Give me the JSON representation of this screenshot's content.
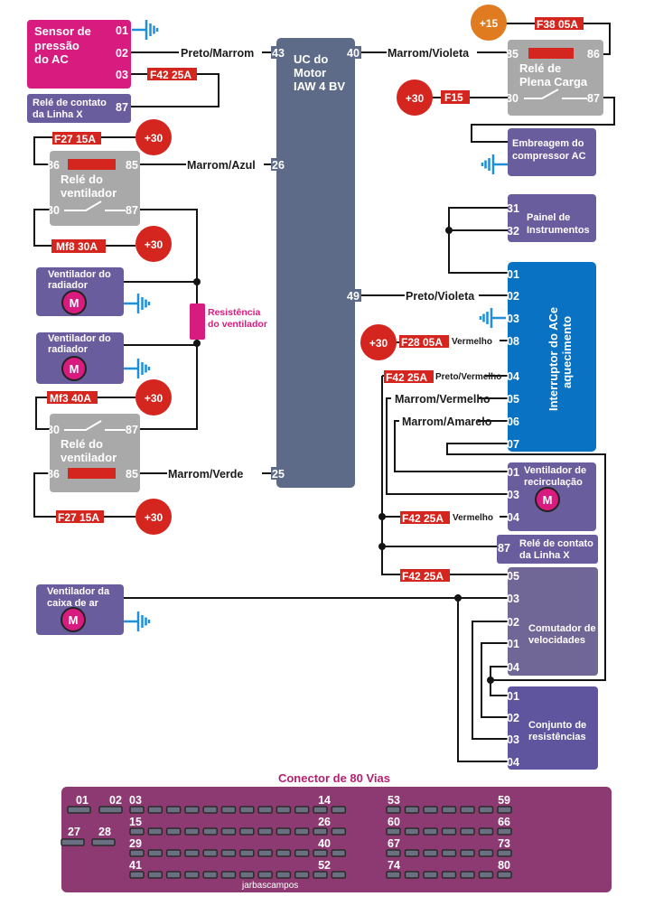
{
  "colors": {
    "sensor": "#d81b7f",
    "module_purple": "#6a5d9e",
    "relay_gray": "#a9a9a9",
    "ecu": "#5d6b88",
    "switch_blue": "#0a72c2",
    "fuse_red": "#d4261e",
    "plus15_orange": "#e07b1f",
    "ground_blue": "#1e8fd8",
    "connector": "#8e3a72",
    "resistor": "#d81b7f"
  },
  "ecu": {
    "title": [
      "UC do",
      "Motor",
      "IAW 4 BV"
    ],
    "pins": {
      "p43": "43",
      "p40": "40",
      "p26": "26",
      "p49": "49",
      "p25": "25"
    }
  },
  "pressure_sensor": {
    "title": [
      "Sensor de",
      "pressão",
      "do AC"
    ],
    "pins": [
      "01",
      "02",
      "03"
    ]
  },
  "line_x_relay_left": {
    "title": [
      "Relé de contato",
      "da Linha X"
    ],
    "pin": "87"
  },
  "full_load_relay": {
    "title": [
      "Relé de",
      "Plena Carga"
    ],
    "pins": {
      "p85": "85",
      "p86": "86",
      "p30": "30",
      "p87": "87"
    }
  },
  "compressor_clutch": {
    "title": [
      "Embreagem do",
      "compressor AC"
    ]
  },
  "instrument_panel": {
    "title": [
      "Painel de",
      "Instrumentos"
    ],
    "pins": [
      "31",
      "32"
    ]
  },
  "ac_switch": {
    "title": [
      "Interruptor do ACe",
      "aquecimento"
    ],
    "pins": [
      "01",
      "02",
      "03",
      "08",
      "04",
      "05",
      "06",
      "07"
    ]
  },
  "recirc_fan": {
    "title": [
      "Ventilador de",
      "recirculação"
    ],
    "pins": [
      "01",
      "03",
      "04"
    ],
    "motor": "M"
  },
  "line_x_relay_right": {
    "title": [
      "Relé de contato",
      "da Linha X"
    ],
    "pin": "87"
  },
  "speed_switch": {
    "title": [
      "Comutador de",
      "velocidades"
    ],
    "pins": [
      "05",
      "03",
      "02",
      "01",
      "04"
    ]
  },
  "resistor_set": {
    "title": [
      "Conjunto de",
      "resistências"
    ],
    "pins": [
      "01",
      "02",
      "03",
      "04"
    ]
  },
  "air_box_fan": {
    "title": [
      "Ventilador da",
      "caixa de ar"
    ],
    "motor": "M"
  },
  "fan_relay_1": {
    "title": [
      "Relé do",
      "ventilador"
    ],
    "pins": {
      "p86": "86",
      "p85": "85",
      "p30": "30",
      "p87": "87"
    }
  },
  "fan_relay_2": {
    "title": [
      "Relé do",
      "ventilador"
    ],
    "pins": {
      "p86": "86",
      "p85": "85",
      "p30": "30",
      "p87": "87"
    }
  },
  "radiator_fan_1": {
    "title": [
      "Ventilador do",
      "radiador"
    ],
    "motor": "M"
  },
  "radiator_fan_2": {
    "title": [
      "Ventilador do",
      "radiador"
    ],
    "motor": "M"
  },
  "fan_resistor": {
    "title": [
      "Resistência",
      "do ventilador"
    ]
  },
  "fuses": {
    "f42_sensor": "F42 25A",
    "f27_top": "F27 15A",
    "mf8": "Mf8 30A",
    "mf3": "Mf3 40A",
    "f27_bottom": "F27 15A",
    "f38": "F38 05A",
    "f15": "F15",
    "f28": "F28 05A",
    "f42_a": "F42 25A",
    "f42_b": "F42 25A",
    "f42_c": "F42 25A"
  },
  "power": {
    "plus30": "+30",
    "plus15": "+15"
  },
  "wires": {
    "preto_marrom": "Preto/Marrom",
    "marrom_violeta": "Marrom/Violeta",
    "marrom_azul": "Marrom/Azul",
    "preto_violeta": "Preto/Violeta",
    "marrom_verde": "Marrom/Verde",
    "vermelho": "Vermelho",
    "preto_vermelho": "Preto/Vermelho",
    "marrom_vermelho": "Marrom/Vermelho",
    "marrom_amarelo": "Marrom/Amarelo"
  },
  "connector": {
    "title": "Conector de 80 Vias",
    "labels": {
      "p01": "01",
      "p02": "02",
      "p27": "27",
      "p28": "28",
      "p03": "03",
      "p14": "14",
      "p15": "15",
      "p26": "26",
      "p29": "29",
      "p40": "40",
      "p41": "41",
      "p52": "52",
      "p53": "53",
      "p59": "59",
      "p60": "60",
      "p66": "66",
      "p67": "67",
      "p73": "73",
      "p74": "74",
      "p80": "80"
    },
    "watermark": "jarbascampos"
  }
}
